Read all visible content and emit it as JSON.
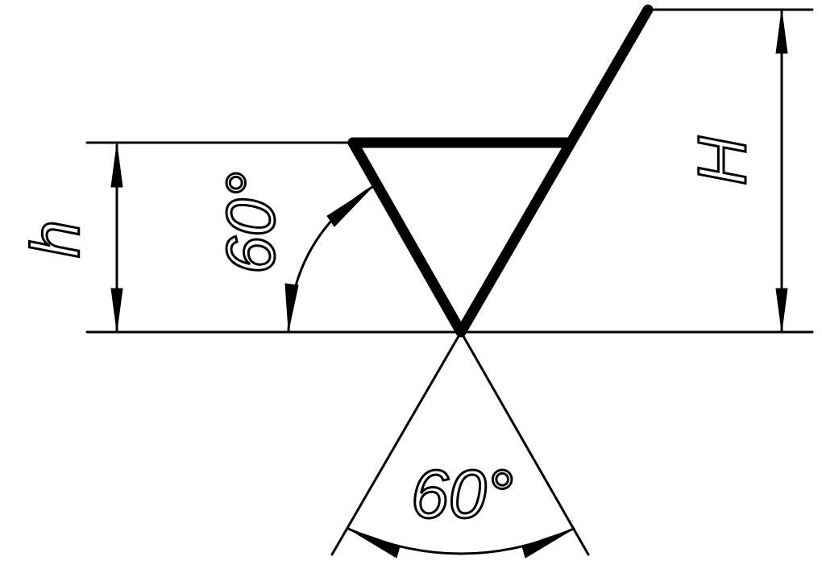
{
  "labels": {
    "height_small": "h",
    "height_large": "H",
    "angle_side": "60°",
    "angle_bottom": "60°"
  },
  "colors": {
    "line": "#000000",
    "background": "#ffffff"
  }
}
